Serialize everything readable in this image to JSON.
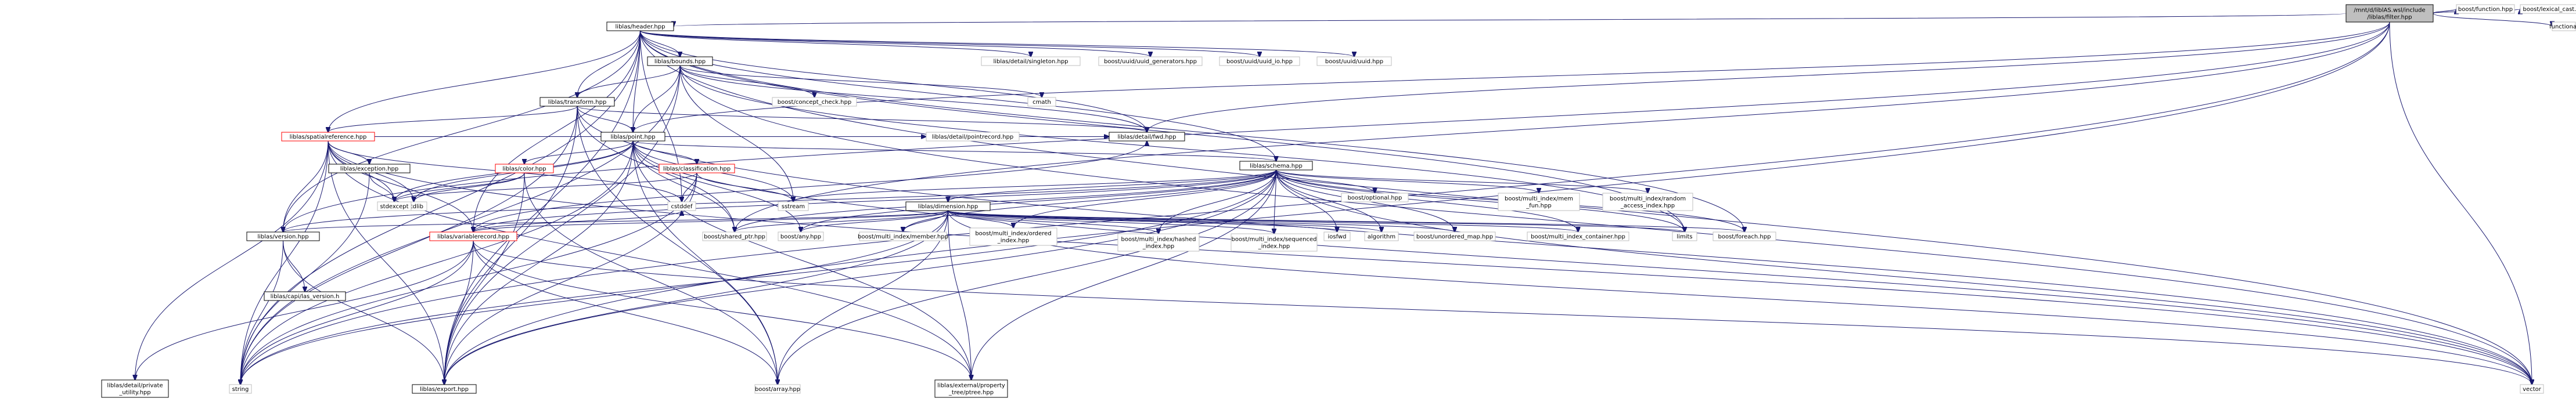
{
  "nodes": {
    "root": [
      "/mnt/d/liblAS.wsl/include",
      "/liblas/filter.hpp"
    ],
    "header": [
      "liblas/header.hpp"
    ],
    "bounds": [
      "liblas/bounds.hpp"
    ],
    "transform": [
      "liblas/transform.hpp"
    ],
    "point": [
      "liblas/point.hpp"
    ],
    "spatialref": [
      "liblas/spatialreference.hpp"
    ],
    "schema": [
      "liblas/schema.hpp"
    ],
    "dimension": [
      "liblas/dimension.hpp"
    ],
    "version": [
      "liblas/version.hpp"
    ],
    "varrecord": [
      "liblas/variablerecord.hpp"
    ],
    "exception": [
      "liblas/exception.hpp"
    ],
    "color": [
      "liblas/color.hpp"
    ],
    "classification": [
      "liblas/classification.hpp"
    ],
    "export": [
      "liblas/export.hpp"
    ],
    "capi_version": [
      "liblas/capi/las_version.h"
    ],
    "private_utility": [
      "liblas/detail/private",
      "_utility.hpp"
    ],
    "ptree": [
      "liblas/external/property",
      "_tree/ptree.hpp"
    ],
    "fwd": [
      "liblas/detail/fwd.hpp"
    ],
    "singleton": [
      "liblas/detail/singleton.hpp"
    ],
    "pointrecord": [
      "liblas/detail/pointrecord.hpp"
    ],
    "uuid_gen": [
      "boost/uuid/uuid_generators.hpp"
    ],
    "uuid_io": [
      "boost/uuid/uuid_io.hpp"
    ],
    "uuid": [
      "boost/uuid/uuid.hpp"
    ],
    "concept": [
      "boost/concept_check.hpp"
    ],
    "cmath": [
      "cmath"
    ],
    "boost_function": [
      "boost/function.hpp"
    ],
    "lexical_cast": [
      "boost/lexical_cast.hpp"
    ],
    "functional": [
      "functional"
    ],
    "vector": [
      "vector"
    ],
    "string": [
      "string"
    ],
    "cstddef": [
      "cstddef"
    ],
    "cstdlib": [
      "cstdlib"
    ],
    "stdexcept": [
      "stdexcept"
    ],
    "sstream": [
      "sstream"
    ],
    "shared_ptr": [
      "boost/shared_ptr.hpp"
    ],
    "any": [
      "boost/any.hpp"
    ],
    "array": [
      "boost/array.hpp"
    ],
    "mi_member": [
      "boost/multi_index/member.hpp"
    ],
    "mi_ordered": [
      "boost/multi_index/ordered",
      "_index.hpp"
    ],
    "mi_hashed": [
      "boost/multi_index/hashed",
      "_index.hpp"
    ],
    "mi_sequenced": [
      "boost/multi_index/sequenced",
      "_index.hpp"
    ],
    "mi_mem_fun": [
      "boost/multi_index/mem",
      "_fun.hpp"
    ],
    "mi_random": [
      "boost/multi_index/random",
      "_access_index.hpp"
    ],
    "mi_container": [
      "boost/multi_index_container.hpp"
    ],
    "iosfwd": [
      "iosfwd"
    ],
    "algorithm": [
      "algorithm"
    ],
    "unordered_map": [
      "boost/unordered_map.hpp"
    ],
    "limits": [
      "limits"
    ],
    "foreach": [
      "boost/foreach.hpp"
    ],
    "optional": [
      "boost/optional.hpp"
    ]
  }
}
